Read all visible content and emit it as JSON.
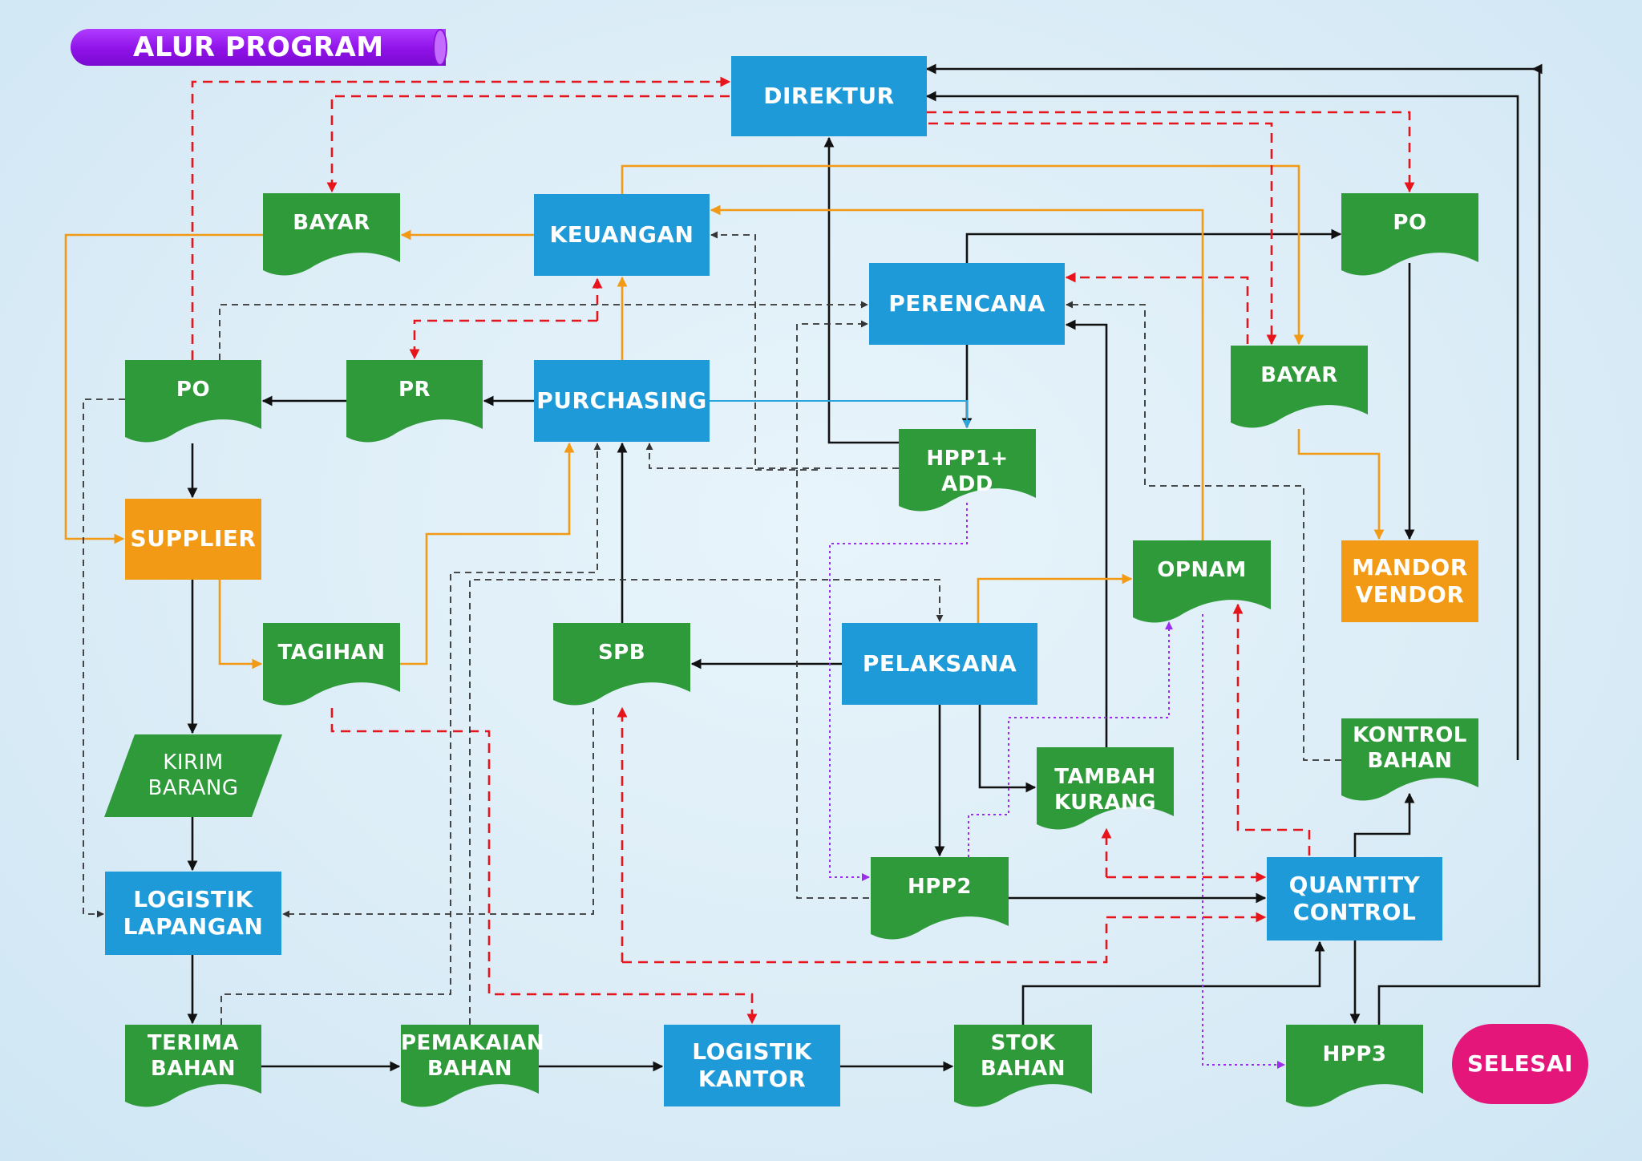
{
  "title": "ALUR PROGRAM",
  "nodes": {
    "direktur": "DIREKTUR",
    "keuangan": "KEUANGAN",
    "bayar_left": "BAYAR",
    "perencana": "PERENCANA",
    "po_right": "PO",
    "bayar_right": "BAYAR",
    "po_left": "PO",
    "pr": "PR",
    "purchasing": "PURCHASING",
    "hpp1_add": "HPP1+ ADD",
    "supplier": "SUPPLIER",
    "opnam": "OPNAM",
    "mandor_vendor": "MANDOR\nVENDOR",
    "tagihan": "TAGIHAN",
    "spb": "SPB",
    "pelaksana": "PELAKSANA",
    "kirim_barang": "KIRIM\nBARANG",
    "tambah_kurang": "TAMBAH\nKURANG",
    "kontrol_bahan": "KONTROL\nBAHAN",
    "hpp2": "HPP2",
    "logistik_lapangan": "LOGISTIK\nLAPANGAN",
    "quantity_control": "QUANTITY\nCONTROL",
    "terima_bahan": "TERIMA\nBAHAN",
    "pemakaian_bahan": "PEMAKAIAN\nBAHAN",
    "logistik_kantor": "LOGISTIK\nKANTOR",
    "stok_bahan": "STOK\nBAHAN",
    "hpp3": "HPP3",
    "selesai": "SELESAI"
  },
  "colors": {
    "process": "#1e9ad9",
    "document": "#2f9a3a",
    "external": "#f29a16",
    "terminator": "#e5167a",
    "title": "#9412e6",
    "flow_black": "#111111",
    "flow_orange": "#f29a16",
    "flow_red_dashed": "#e8141c",
    "flow_purple_dotted": "#9b2cf0",
    "flow_blue": "#2aa6dc",
    "flow_black_dashed": "#333333"
  }
}
